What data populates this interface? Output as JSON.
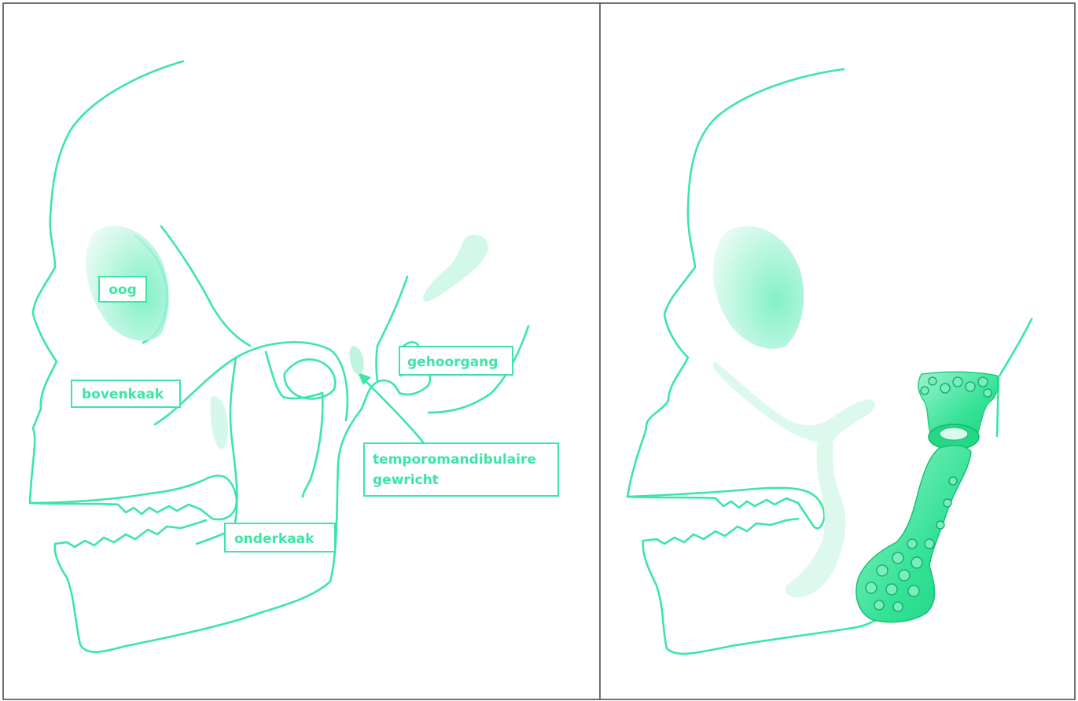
{
  "colors": {
    "line": "#3be6a6",
    "fill": "#a8f3d6",
    "implant": "#2ee08f",
    "border": "#444444"
  },
  "labels": {
    "eye": "oog",
    "maxilla": "bovenkaak",
    "ear_canal": "gehoorgang",
    "tmj_line1": "temporomandibulaire",
    "tmj_line2": "gewricht",
    "mandible": "onderkaak"
  }
}
